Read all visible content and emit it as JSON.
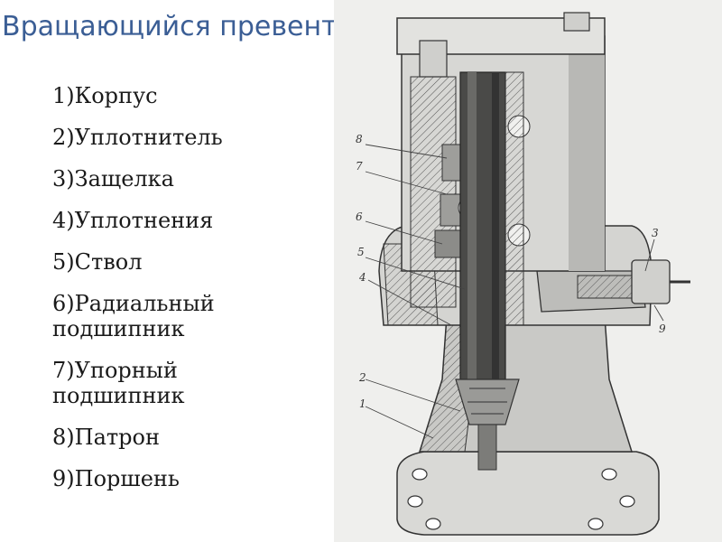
{
  "title": "Вращающийся превентор",
  "parts": [
    "1)Корпус",
    "2)Уплотнитель",
    "3)Защелка",
    "4)Уплотнения",
    "5)Ствол",
    "6)Радиальный подшипник",
    "7)Упорный подшипник",
    "8)Патрон",
    "9)Поршень"
  ],
  "callouts": [
    "8",
    "7",
    "6",
    "5",
    "4",
    "2",
    "1",
    "3",
    "9"
  ]
}
